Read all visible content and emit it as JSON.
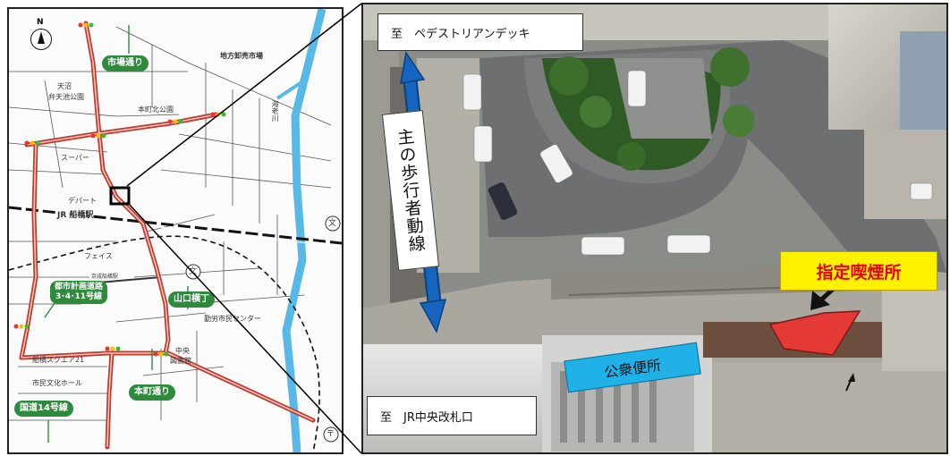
{
  "street_map": {
    "north": "N",
    "labels": {
      "market": "地方卸売市場",
      "tennuma": "天沼",
      "bentenike": "弁天池公園",
      "honcho_kita": "本町北公園",
      "super": "スーパー",
      "depart": "デパート",
      "jr_station": "JR 船橋駅",
      "face": "フェイス",
      "keisei": "京成船橋駅",
      "labor_center": "勤労市民センター",
      "chuo_lib_1": "中央",
      "chuo_lib_2": "図書館",
      "square21": "船橋スクエア21",
      "culture_hall": "市民文化ホール",
      "river": "海老川",
      "school": "文",
      "post": "〒"
    },
    "roads": {
      "ichiba": "市場通り",
      "toshikeikaku_1": "都市計画道路",
      "toshikeikaku_2": "3･4･11号線",
      "yamaguchi": "山口横丁",
      "honcho": "本町通り",
      "kokudo14": "国道14号線"
    }
  },
  "aerial": {
    "top_label": "至　ペデストリアンデッキ",
    "bottom_label": "至　JR中央改札口",
    "walk_route": "主の歩行者動線",
    "toilet": "公衆便所",
    "smoking": "指定喫煙所"
  },
  "colors": {
    "road_red": "#c0392b",
    "road_label_green": "#2e8b3e",
    "river_blue": "#58b9e6",
    "route_arrow_blue": "#1565c0",
    "toilet_blue": "#1fb1e8",
    "smoking_yellow": "#fff200",
    "smoking_red": "#e60012"
  }
}
